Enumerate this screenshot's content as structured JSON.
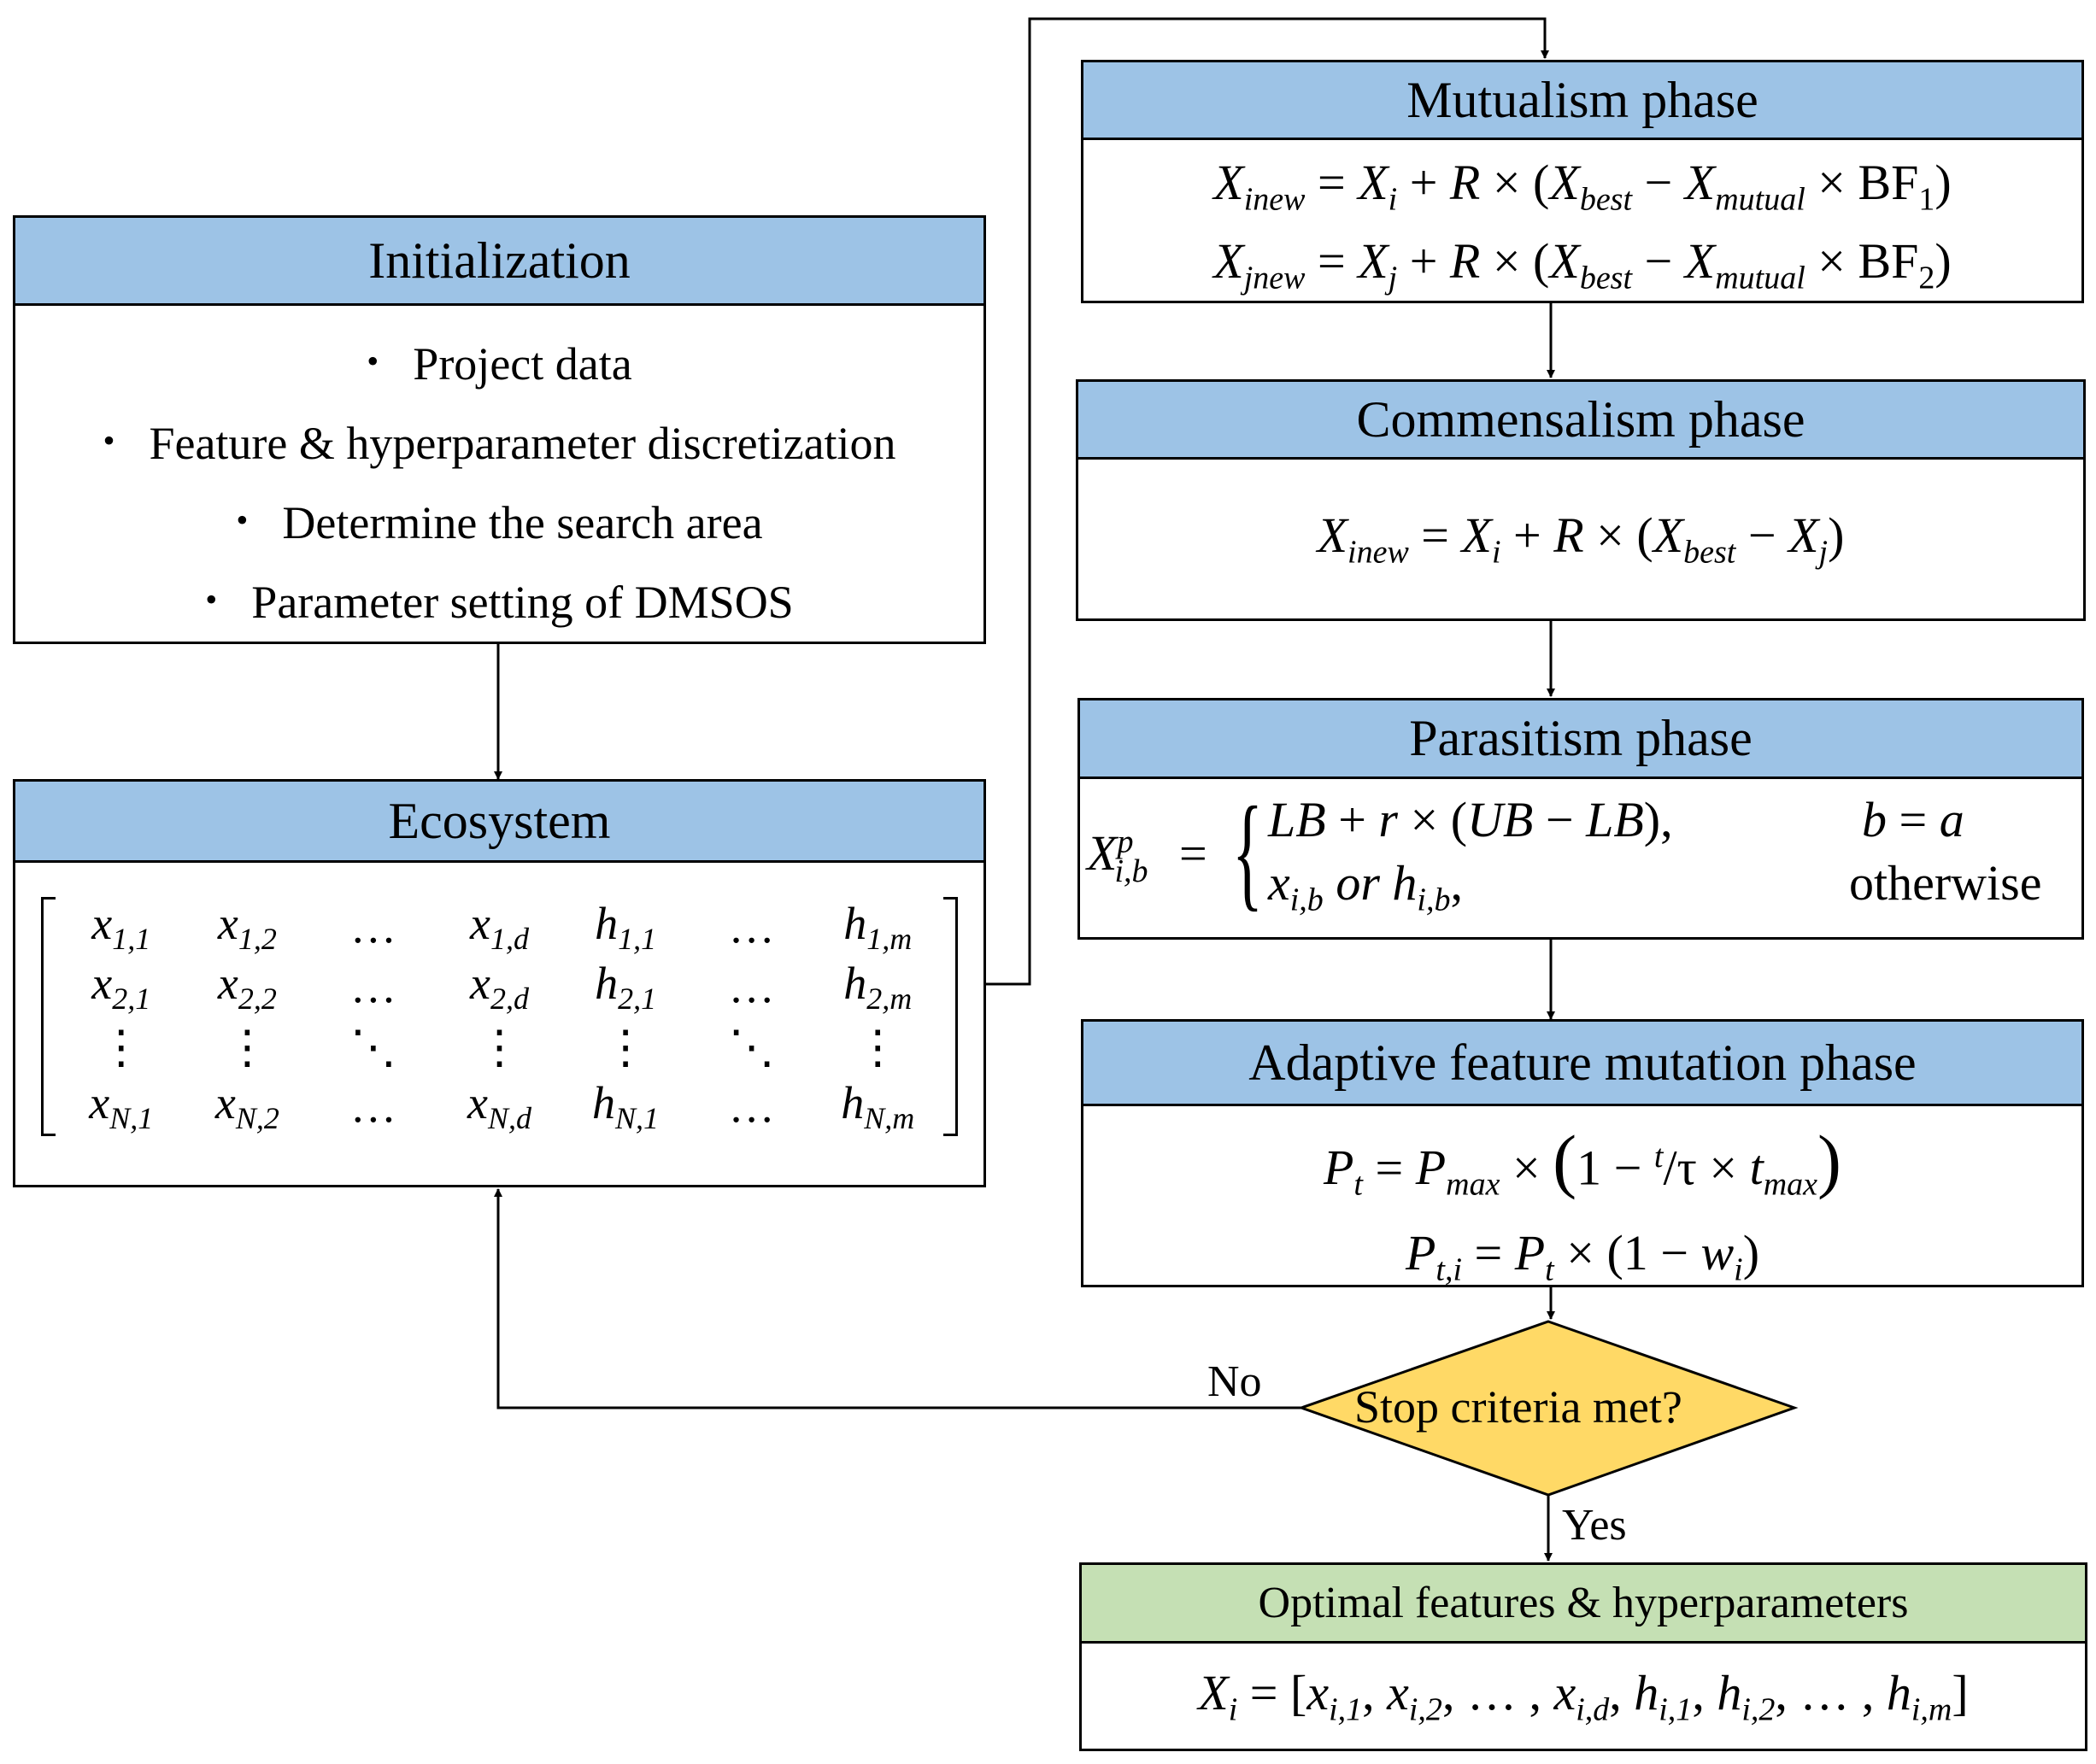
{
  "initialization": {
    "title": "Initialization",
    "items": [
      "Project data",
      "Feature & hyperparameter discretization",
      "Determine the search area",
      "Parameter setting of DMSOS"
    ]
  },
  "ecosystem": {
    "title": "Ecosystem",
    "matrix": [
      [
        "x_{1,1}",
        "x_{1,2}",
        "…",
        "x_{1,d}",
        "h_{1,1}",
        "…",
        "h_{1,m}"
      ],
      [
        "x_{2,1}",
        "x_{2,2}",
        "…",
        "x_{2,d}",
        "h_{2,1}",
        "…",
        "h_{2,m}"
      ],
      [
        "⋮",
        "⋮",
        "⋱",
        "⋮",
        "⋮",
        "⋱",
        "⋮"
      ],
      [
        "x_{N,1}",
        "x_{N,2}",
        "…",
        "x_{N,d}",
        "h_{N,1}",
        "…",
        "h_{N,m}"
      ]
    ]
  },
  "mutualism": {
    "title": "Mutualism phase",
    "eq1": "X_inew = X_i + R × (X_best − X_mutual × BF_1)",
    "eq2": "X_jnew = X_j + R × (X_best − X_mutual × BF_2)"
  },
  "commensalism": {
    "title": "Commensalism phase",
    "eq": "X_inew = X_i + R × (X_best − X_j)"
  },
  "parasitism": {
    "title": "Parasitism phase",
    "lhs": "X^p_{i,b} =",
    "case1": "LB + r × (UB − LB),",
    "cond1": "b = a",
    "case2": "x_{i,b} or h_{i,b},",
    "cond2": "otherwise"
  },
  "mutation": {
    "title": "Adaptive feature mutation phase",
    "eq1": "P_t = P_max × (1 − t/τ × t_max)",
    "eq2": "P_{t,i} = P_t × (1 − w_i)"
  },
  "decision": {
    "question": "Stop criteria met?",
    "no_label": "No",
    "yes_label": "Yes"
  },
  "optimal": {
    "title": "Optimal features & hyperparameters",
    "eq": "X_i = [x_{i,1}, x_{i,2}, … , x_{i,d}, h_{i,1}, h_{i,2}, … , h_{i,m}]"
  },
  "colors": {
    "phase_header": "#9dc3e6",
    "result_header": "#c5e0b4",
    "decision_fill": "#ffd966"
  }
}
